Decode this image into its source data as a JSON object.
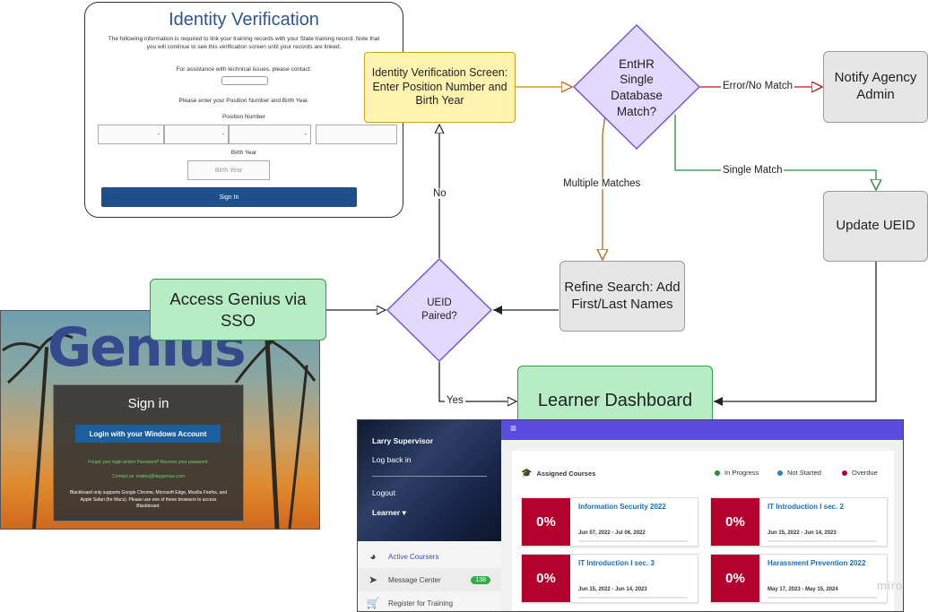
{
  "identity_panel": {
    "title": "Identity Verification",
    "intro": "The following information is required to link your training records with your State training record. Note that you will continue to see this verification screen until your records are linked.",
    "assist": "For assistance with technical issues, please contact:",
    "prompt": "Please enter your Position Number and Birth Year.",
    "position_label": "Position Number",
    "birth_label": "Birth Year",
    "birth_placeholder": "Birth Year",
    "sign_in": "Sign In"
  },
  "genius_panel": {
    "logo": "Genius",
    "heading": "Sign in",
    "login_button": "Login with your Windows Account",
    "forgot": "Forgot your login and/or Password? Recover your password.",
    "contact": "Contact us: matteo@daygenius.com",
    "note": "Blackboard only supports Google Chrome, Microsoft Edge, Mozilla Firefox, and Apple Safari (for Macs). Please use one of these browsers to access Blackboard."
  },
  "flow": {
    "access_sso": "Access Genius via SSO",
    "ueid_paired": "UEID Paired?",
    "id_screen": "Identity Verification Screen: Enter Position Number and Birth Year",
    "enthr": "EntHR Single Database Match?",
    "notify": "Notify Agency Admin",
    "update": "Update UEID",
    "refine": "Refine Search: Add First/Last Names",
    "dashboard": "Learner Dashboard",
    "edges": {
      "no": "No",
      "yes": "Yes",
      "error": "Error/No Match",
      "single": "Single Match",
      "multiple": "Multiple Matches"
    },
    "colors": {
      "default": "#222222",
      "error": "#c0161c",
      "single": "#2e8b3a",
      "multiple": "#b86a1a"
    }
  },
  "dashboard": {
    "user": "Larry Supervisor",
    "log_back": "Log back in",
    "logout": "Logout",
    "learner": "Learner",
    "menu": [
      {
        "label": "Active Coursers",
        "icon": "pie-chart-icon"
      },
      {
        "label": "Message Center",
        "icon": "send-icon",
        "badge": "138"
      },
      {
        "label": "Register for Training",
        "icon": "cart-icon"
      }
    ],
    "assigned": "Assigned Courses",
    "legend": [
      {
        "label": "In Progress",
        "color": "#2e8b3a"
      },
      {
        "label": "Not Started",
        "color": "#2e7fc1"
      },
      {
        "label": "Overdue",
        "color": "#b5002e"
      }
    ],
    "courses": [
      {
        "pct": "0%",
        "name": "Information Security 2022",
        "dates": "Jun 07, 2022 - Jul 06, 2022"
      },
      {
        "pct": "0%",
        "name": "IT Introduction I sec. 2",
        "dates": "Jun 15, 2022 - Jun 14, 2023"
      },
      {
        "pct": "0%",
        "name": "IT Introduction I sec. 3",
        "dates": "Jun 15, 2022 - Jun 14, 2023"
      },
      {
        "pct": "0%",
        "name": "Harassment Prevention 2022",
        "dates": "May 17, 2023 - May 15, 2024"
      }
    ]
  },
  "watermark": "miro"
}
